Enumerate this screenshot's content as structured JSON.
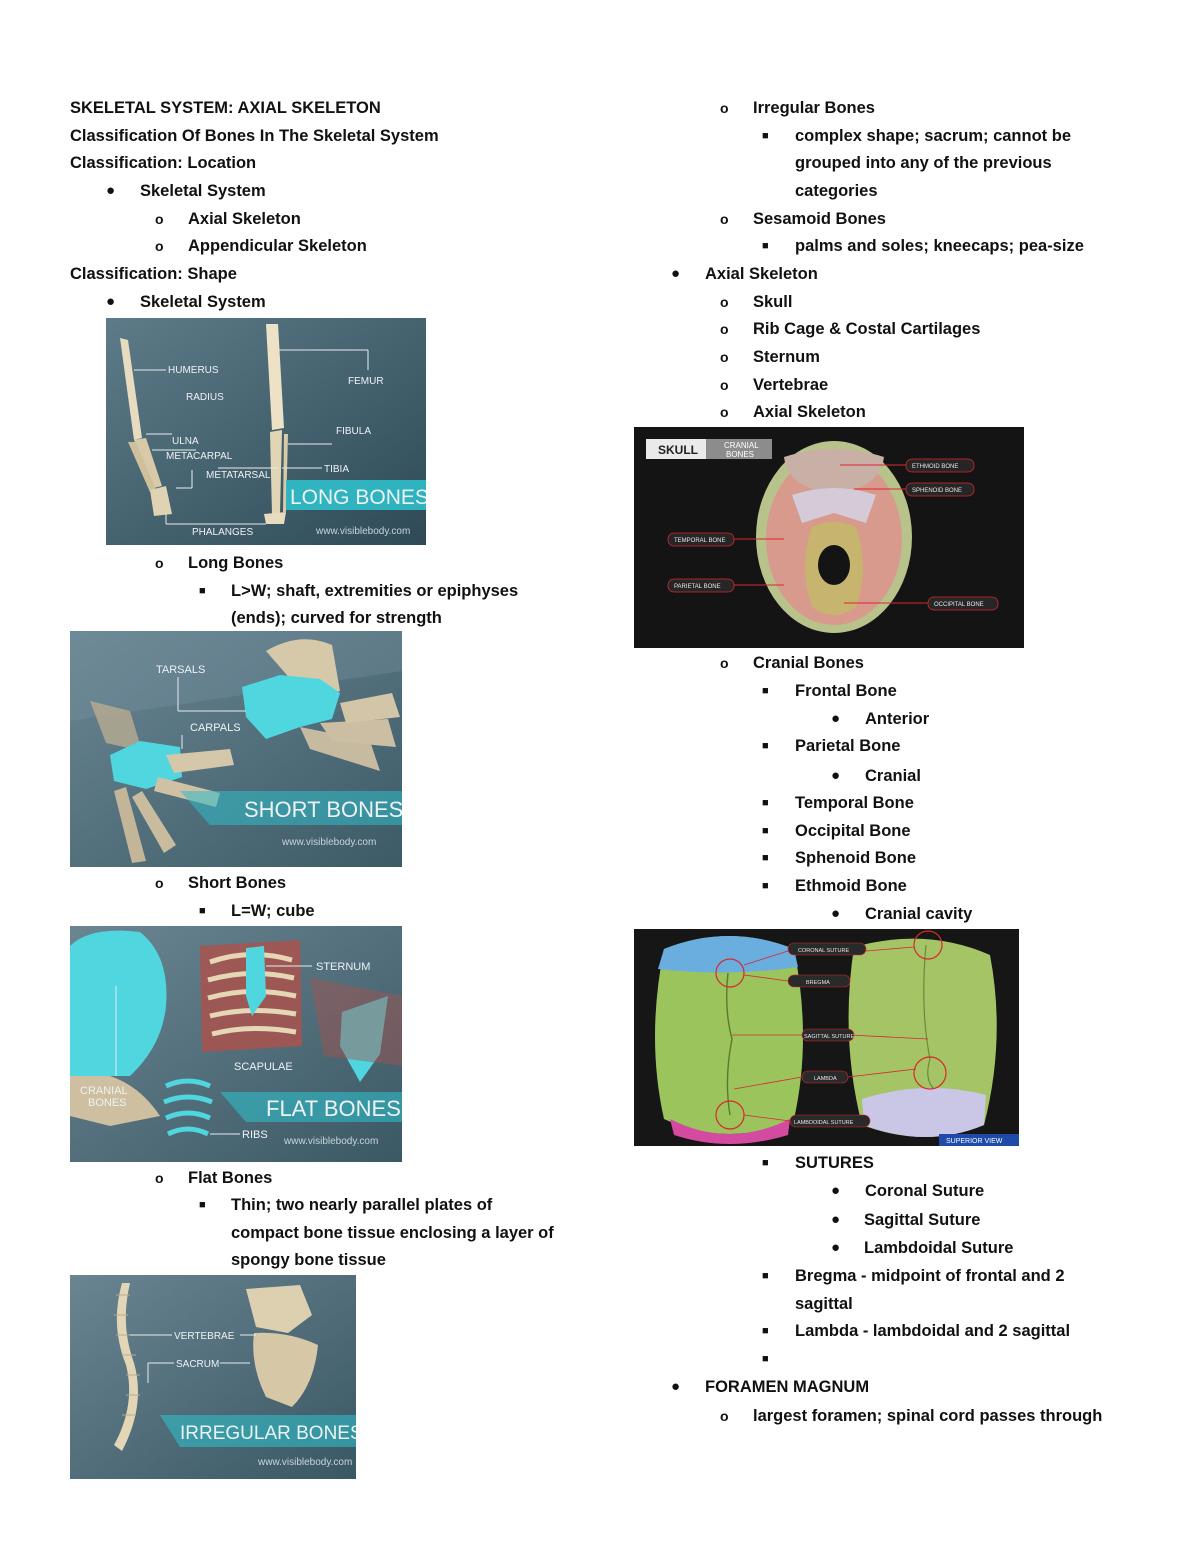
{
  "left": {
    "title": "SKELETAL SYSTEM:  AXIAL SKELETON",
    "classification_heading": "Classification Of Bones In The Skeletal  System",
    "location_heading": "Classification: Location",
    "location_item": "Skeletal System",
    "location_sub": [
      "Axial Skeleton",
      "Appendicular Skeleton"
    ],
    "shape_heading": "Classification: Shape",
    "shape_item": "Skeletal System",
    "long": {
      "name": "Long Bones",
      "desc": [
        "L>W; shaft, extremities or epiphyses",
        "(ends); curved for strength"
      ]
    },
    "short": {
      "name": "Short Bones",
      "desc": [
        "L=W; cube"
      ]
    },
    "flat": {
      "name": "Flat Bones",
      "desc": [
        "Thin; two nearly parallel plates of",
        "compact  bone tissue enclosing a layer  of",
        "spongy bone tissue"
      ]
    }
  },
  "right": {
    "irregular": {
      "name": "Irregular Bones",
      "desc": [
        "complex shape; sacrum; cannot be",
        "grouped into any of the  previous",
        "categories"
      ]
    },
    "sesamoid": {
      "name": "Sesamoid Bones",
      "desc": [
        "palms and soles; kneecaps; pea-size"
      ]
    },
    "axial": {
      "name": "Axial  Skeleton",
      "items": [
        "Skull",
        "Rib Cage & Costal Cartilages",
        "Sternum",
        "Vertebrae",
        "Axial Skeleton"
      ]
    },
    "cranial": {
      "name": "Cranial Bones",
      "items": [
        "Frontal Bone",
        "Parietal Bone",
        "Temporal Bone",
        "Occipital Bone",
        "Sphenoid Bone",
        "Ethmoid Bone"
      ],
      "frontal_sub": "Anterior",
      "parietal_sub": "Cranial",
      "ethmoid_sub": "Cranial cavity"
    },
    "sutures": {
      "name": "SUTURES",
      "items": [
        "Coronal Suture",
        "Sagittal Suture",
        "Lambdoidal Suture"
      ],
      "bregma": [
        "Bregma - midpoint of frontal and 2",
        "sagittal"
      ],
      "lambda": "Lambda - lambdoidal and 2 sagittal"
    },
    "foramen": {
      "name": "FORAMEN MAGNUM",
      "desc": "largest foramen; spinal cord passes through"
    }
  },
  "figures": {
    "long": {
      "banner": "LONG BONES",
      "labels": [
        "HUMERUS",
        "RADIUS",
        "ULNA",
        "METACARPAL",
        "METATARSAL",
        "PHALANGES",
        "FEMUR",
        "FIBULA",
        "TIBIA"
      ],
      "watermark": "www.visiblebody.com"
    },
    "short": {
      "banner": "SHORT BONES",
      "labels": [
        "TARSALS",
        "CARPALS"
      ],
      "watermark": "www.visiblebody.com"
    },
    "flat": {
      "banner": "FLAT BONES",
      "labels": [
        "STERNUM",
        "SCAPULAE",
        "CRANIAL",
        "BONES",
        "RIBS"
      ],
      "watermark": "www.visiblebody.com"
    },
    "irregular": {
      "banner": "IRREGULAR BONES",
      "labels": [
        "VERTEBRAE",
        "SACRUM"
      ],
      "watermark": "www.visiblebody.com"
    },
    "skull": {
      "tab1": "SKULL",
      "tab2a": "CRANIAL",
      "tab2b": "BONES",
      "labels": [
        "ETHMOID BONE",
        "SPHENOID BONE",
        "TEMPORAL BONE",
        "PARIETAL BONE",
        "OCCIPITAL BONE"
      ]
    },
    "sutures": {
      "labels": [
        "CORONAL SUTURE",
        "BREGMA",
        "SAGITTAL SUTURE",
        "LAMBDA",
        "LAMBDOIDAL SUTURE"
      ],
      "view": "SUPERIOR VIEW"
    }
  },
  "colors": {
    "accent_cyan": "#4fd6df",
    "figure_bg": "#3a5866",
    "skull_bg": "#141414",
    "suture_red": "#d8282c"
  }
}
